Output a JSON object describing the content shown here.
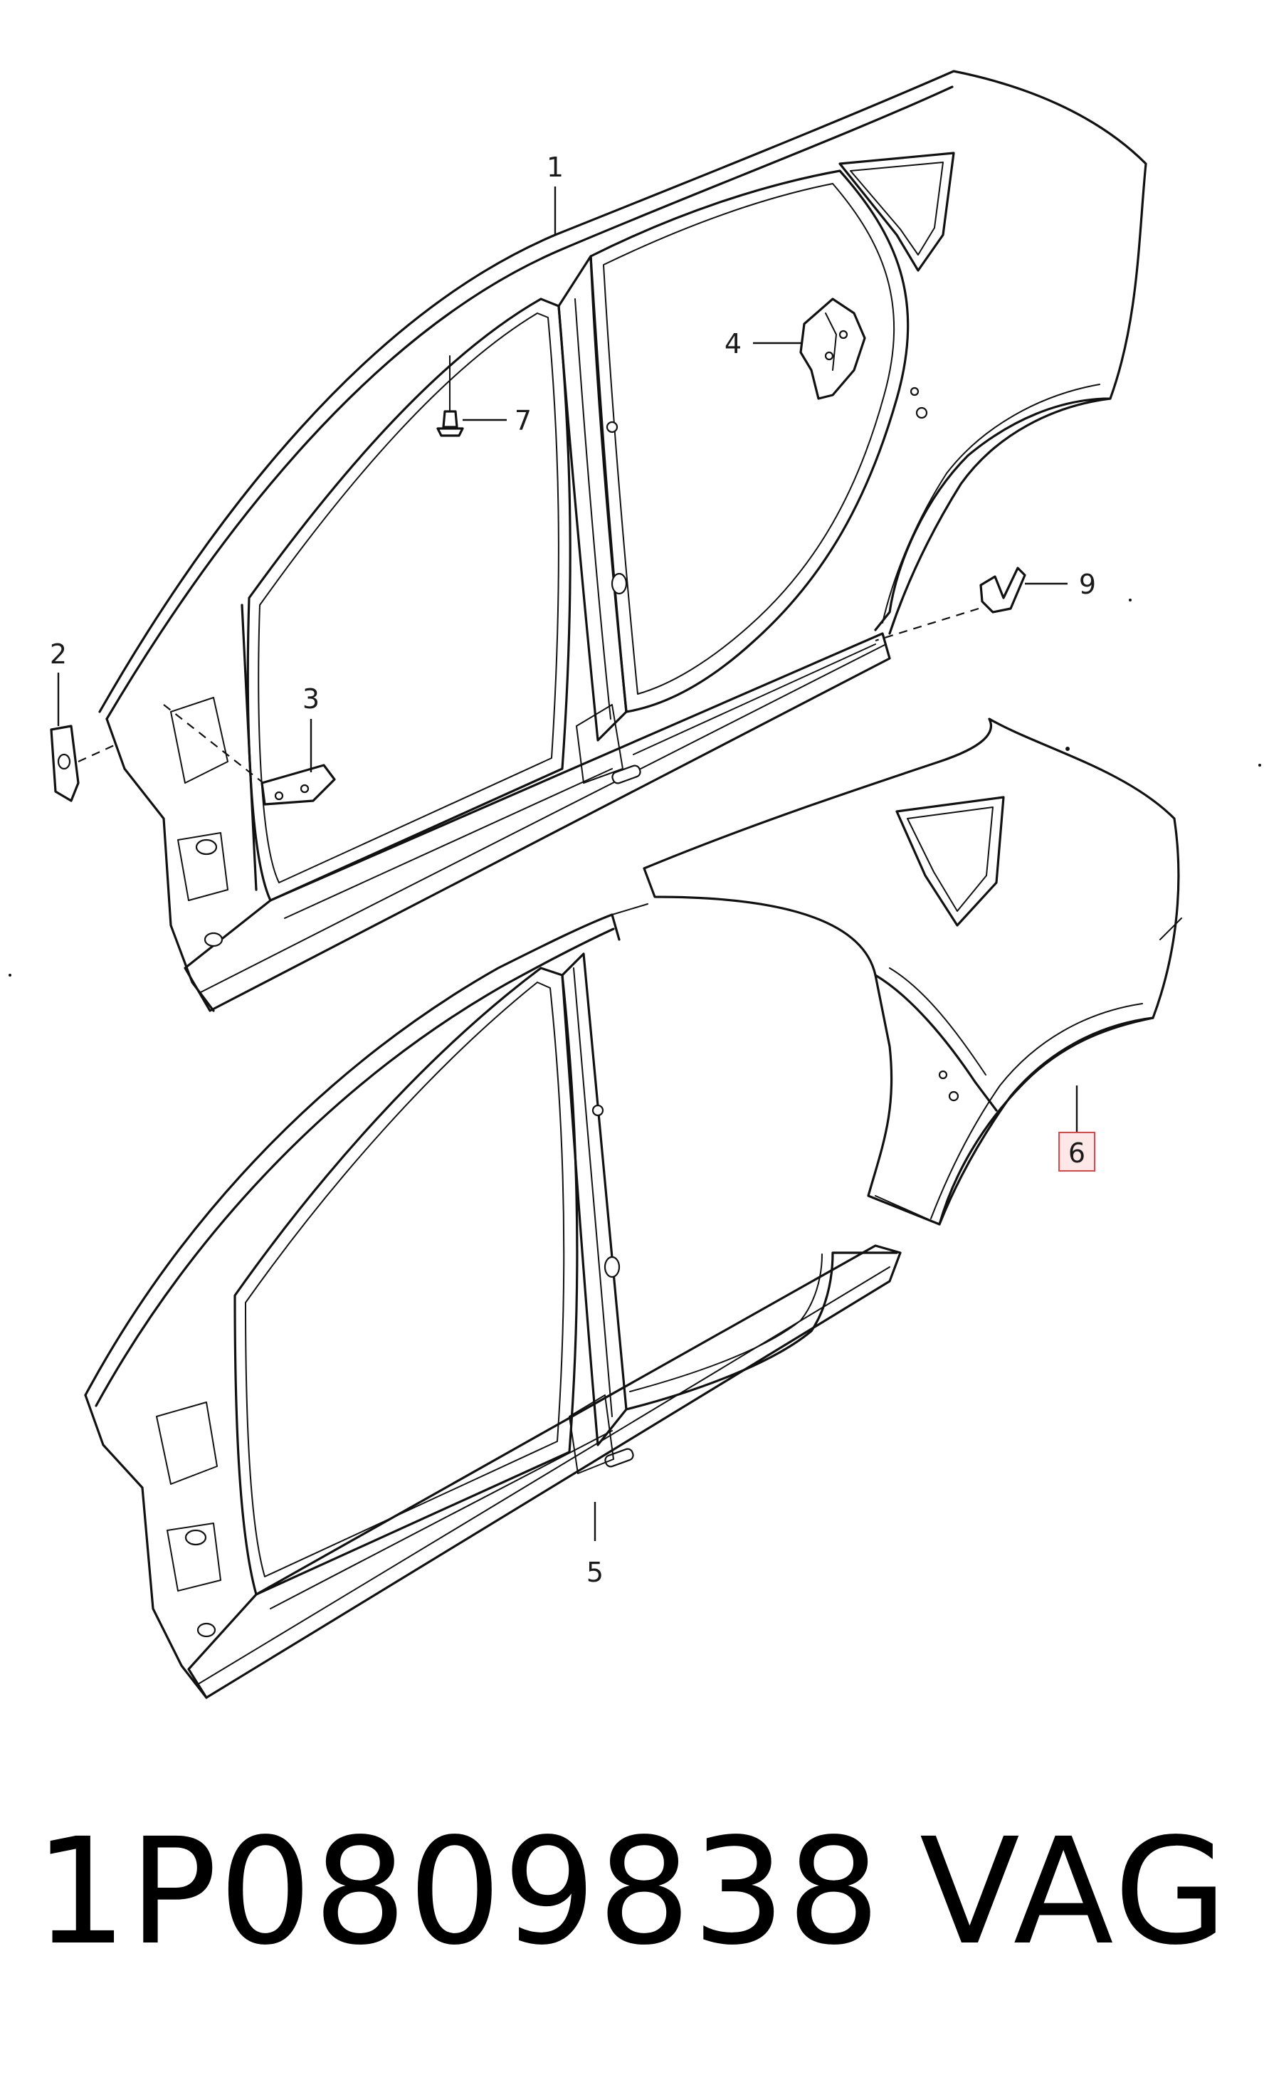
{
  "diagram": {
    "callouts": [
      {
        "id": "1",
        "label": "1",
        "highlighted": false
      },
      {
        "id": "2",
        "label": "2",
        "highlighted": false
      },
      {
        "id": "3",
        "label": "3",
        "highlighted": false
      },
      {
        "id": "4",
        "label": "4",
        "highlighted": false
      },
      {
        "id": "5",
        "label": "5",
        "highlighted": false
      },
      {
        "id": "6",
        "label": "6",
        "highlighted": true
      },
      {
        "id": "7",
        "label": "7",
        "highlighted": false
      },
      {
        "id": "9",
        "label": "9",
        "highlighted": false
      }
    ],
    "highlight_fill": "#fde7e7",
    "highlight_stroke": "#e0454a",
    "line_color": "#111111"
  },
  "footer": {
    "part_number": "1P0809838",
    "brand": "VAG"
  }
}
